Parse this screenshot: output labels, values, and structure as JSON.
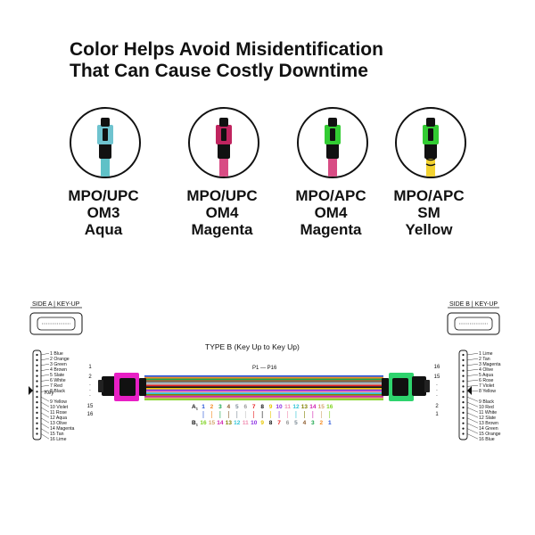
{
  "title": {
    "line1": "Color Helps Avoid Misidentification",
    "line2": "That Can Cause Costly Downtime"
  },
  "connectors": [
    {
      "line1": "MPO/UPC",
      "line2": "OM3",
      "line3": "Aqua",
      "boot_color": "#6fc3cf",
      "cable_color": "#5fc1c7"
    },
    {
      "line1": "MPO/UPC",
      "line2": "OM4",
      "line3": "Magenta",
      "boot_color": "#c0245f",
      "cable_color": "#d84c84"
    },
    {
      "line1": "MPO/APC",
      "line2": "OM4",
      "line3": "Magenta",
      "boot_color": "#33cc33",
      "cable_color": "#d84c84"
    },
    {
      "line1": "MPO/APC",
      "line2": "SM",
      "line3": "Yellow",
      "boot_color": "#33cc33",
      "cable_color": "#f2d230"
    }
  ],
  "diagram": {
    "side_a_label": "SIDE A | KEY-UP",
    "side_b_label": "SIDE B | KEY-UP",
    "type_label": "TYPE B (Key Up to Key Up)",
    "p_label": "P1 — P16",
    "left_connector_color": "#e81fc5",
    "right_connector_color": "#2ed36d",
    "key_label": "Key",
    "left_fibers": [
      "1 Blue",
      "2 Orange",
      "3 Green",
      "4 Brown",
      "5 Slate",
      "6 White",
      "7 Red",
      "8 Black",
      "9 Yellow",
      "10 Violet",
      "11 Rose",
      "12 Aqua",
      "13 Olive",
      "14 Magenta",
      "15 Tan",
      "16 Lime"
    ],
    "right_fibers": [
      "1 Lime",
      "2 Tan",
      "3 Magenta",
      "4 Olive",
      "5 Aqua",
      "6 Rose",
      "7 Violet",
      "8 Yellow",
      "9 Black",
      "10 Red",
      "11 White",
      "12 Slate",
      "13 Brown",
      "14 Green",
      "15 Orange",
      "16 Blue"
    ],
    "left_positions": [
      "1",
      "2",
      ".",
      ".",
      ".",
      "15",
      "16"
    ],
    "right_positions": [
      "16",
      "15",
      ".",
      ".",
      ".",
      "2",
      "1"
    ],
    "row_a_label": "A",
    "row_a_sub": "1",
    "row_b_label": "B",
    "row_b_sub": "1",
    "row_a": [
      "1",
      "2",
      "3",
      "4",
      "5",
      "6",
      "7",
      "8",
      "9",
      "10",
      "11",
      "12",
      "13",
      "14",
      "15",
      "16"
    ],
    "row_b": [
      "16",
      "15",
      "14",
      "13",
      "12",
      "11",
      "10",
      "9",
      "8",
      "7",
      "6",
      "5",
      "4",
      "3",
      "2",
      "1"
    ],
    "fiber_colors": {
      "Blue": "#1f4fd6",
      "Orange": "#f58a1f",
      "Green": "#18a64a",
      "Brown": "#8b5a2b",
      "Slate": "#7b8a95",
      "White": "#bfbfbf",
      "Red": "#e62020",
      "Black": "#111111",
      "Yellow": "#e8c800",
      "Violet": "#8a2be2",
      "Rose": "#f08cb0",
      "Aqua": "#2ec4d6",
      "Olive": "#808000",
      "Magenta": "#d01fb0",
      "Tan": "#d2a56c",
      "Lime": "#7fd320"
    }
  }
}
